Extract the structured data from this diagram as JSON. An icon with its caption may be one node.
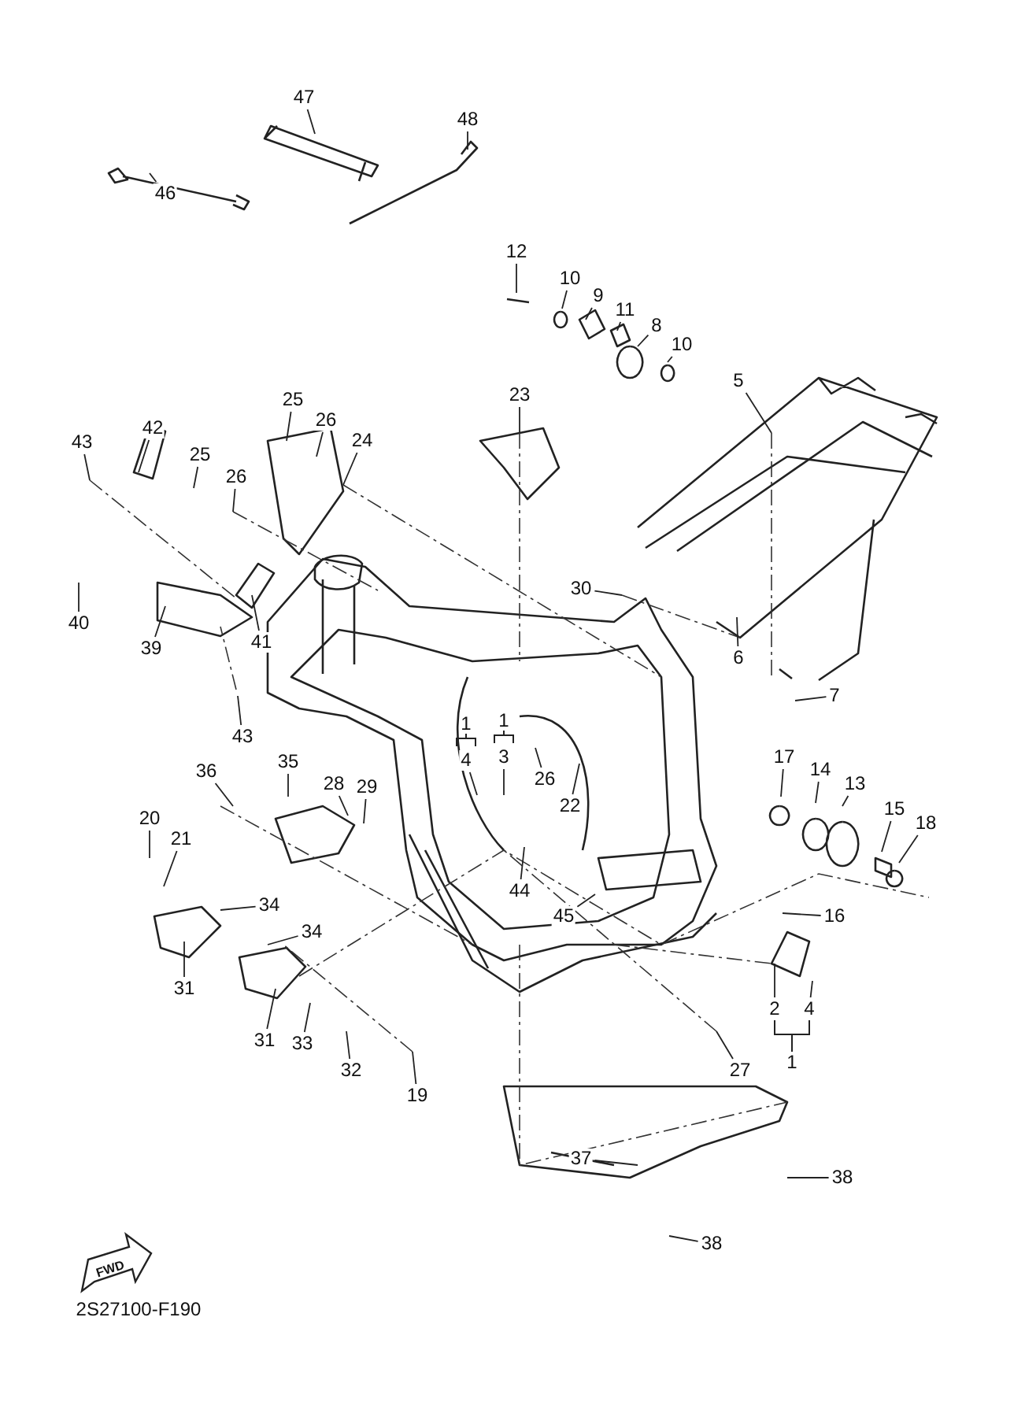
{
  "diagram": {
    "nodes": [
      {
        "text": [
          "46"
        ]
      },
      {
        "text": [
          "47"
        ]
      },
      {
        "text": [
          "48"
        ]
      },
      {
        "text": [
          "12"
        ]
      },
      {
        "text": [
          "10"
        ]
      },
      {
        "text": [
          "9"
        ]
      },
      {
        "text": [
          "11"
        ]
      },
      {
        "text": [
          "8"
        ]
      },
      {
        "text": [
          "10"
        ]
      },
      {
        "text": [
          "5"
        ]
      },
      {
        "text": [
          "25"
        ]
      },
      {
        "text": [
          "26"
        ]
      },
      {
        "text": [
          "24"
        ]
      },
      {
        "text": [
          "23"
        ]
      },
      {
        "text": [
          "43"
        ]
      },
      {
        "text": [
          "42"
        ]
      },
      {
        "text": [
          "25"
        ]
      },
      {
        "text": [
          "26"
        ]
      },
      {
        "text": [
          "40"
        ]
      },
      {
        "text": [
          "39"
        ]
      },
      {
        "text": [
          "41"
        ]
      },
      {
        "text": [
          "30"
        ]
      },
      {
        "text": [
          "6"
        ]
      },
      {
        "text": [
          "7"
        ]
      },
      {
        "text": [
          "43"
        ]
      },
      {
        "text": [
          "36"
        ]
      },
      {
        "text": [
          "35"
        ]
      },
      {
        "text": [
          "28"
        ]
      },
      {
        "text": [
          "29"
        ]
      },
      {
        "text": [
          "4"
        ]
      },
      {
        "text": [
          "3"
        ]
      },
      {
        "text": [
          "26"
        ]
      },
      {
        "text": [
          "22"
        ]
      },
      {
        "text": [
          "17"
        ]
      },
      {
        "text": [
          "14"
        ]
      },
      {
        "text": [
          "13"
        ]
      },
      {
        "text": [
          "15"
        ]
      },
      {
        "text": [
          "18"
        ]
      },
      {
        "text": [
          "20"
        ]
      },
      {
        "text": [
          "21"
        ]
      },
      {
        "text": [
          "44"
        ]
      },
      {
        "text": [
          "45"
        ]
      },
      {
        "text": [
          "16"
        ]
      },
      {
        "text": [
          "34"
        ]
      },
      {
        "text": [
          "34"
        ]
      },
      {
        "text": [
          "31"
        ]
      },
      {
        "text": [
          "31"
        ]
      },
      {
        "text": [
          "33"
        ]
      },
      {
        "text": [
          "2"
        ]
      },
      {
        "text": [
          "4"
        ]
      },
      {
        "text": [
          "32"
        ]
      },
      {
        "text": [
          "19"
        ]
      },
      {
        "text": [
          "27"
        ]
      },
      {
        "text": [
          "37"
        ]
      },
      {
        "text": [
          "38"
        ]
      },
      {
        "text": [
          "38"
        ]
      }
    ],
    "edges": [
      {
        "from": 0,
        "to": null,
        "arrow": "none"
      },
      {
        "from": 1,
        "to": null,
        "arrow": "none"
      },
      {
        "from": 2,
        "to": null,
        "arrow": "none"
      },
      {
        "from": 3,
        "to": null,
        "arrow": "none"
      },
      {
        "from": 4,
        "to": null,
        "arrow": "none"
      },
      {
        "from": 5,
        "to": null,
        "arrow": "none"
      },
      {
        "from": 6,
        "to": null,
        "arrow": "none"
      },
      {
        "from": 7,
        "to": null,
        "arrow": "none"
      },
      {
        "from": 8,
        "to": null,
        "arrow": "none"
      },
      {
        "from": 9,
        "to": null,
        "arrow": "none"
      },
      {
        "from": 10,
        "to": null,
        "arrow": "none"
      },
      {
        "from": 11,
        "to": null,
        "arrow": "none"
      },
      {
        "from": 12,
        "to": null,
        "arrow": "none"
      },
      {
        "from": 13,
        "to": null,
        "arrow": "none"
      },
      {
        "from": 14,
        "to": null,
        "arrow": "none"
      },
      {
        "from": 15,
        "to": null,
        "arrow": "none"
      },
      {
        "from": 16,
        "to": null,
        "arrow": "none"
      },
      {
        "from": 17,
        "to": null,
        "arrow": "none"
      },
      {
        "from": 18,
        "to": null,
        "arrow": "none"
      },
      {
        "from": 19,
        "to": null,
        "arrow": "none"
      },
      {
        "from": 20,
        "to": null,
        "arrow": "none"
      },
      {
        "from": 21,
        "to": null,
        "arrow": "none"
      },
      {
        "from": 22,
        "to": null,
        "arrow": "none"
      },
      {
        "from": 23,
        "to": null,
        "arrow": "none"
      },
      {
        "from": 24,
        "to": null,
        "arrow": "none"
      },
      {
        "from": 25,
        "to": null,
        "arrow": "none"
      },
      {
        "from": 26,
        "to": null,
        "arrow": "none"
      },
      {
        "from": 27,
        "to": null,
        "arrow": "none"
      },
      {
        "from": 28,
        "to": null,
        "arrow": "none"
      },
      {
        "from": 29,
        "to": null,
        "arrow": "none"
      },
      {
        "from": 30,
        "to": null,
        "arrow": "none"
      },
      {
        "from": 31,
        "to": null,
        "arrow": "none"
      },
      {
        "from": 32,
        "to": null,
        "arrow": "none"
      },
      {
        "from": 33,
        "to": null,
        "arrow": "none"
      },
      {
        "from": 34,
        "to": null,
        "arrow": "none"
      },
      {
        "from": 35,
        "to": null,
        "arrow": "none"
      },
      {
        "from": 36,
        "to": null,
        "arrow": "none"
      },
      {
        "from": 37,
        "to": null,
        "arrow": "none"
      },
      {
        "from": 38,
        "to": null,
        "arrow": "none"
      },
      {
        "from": 39,
        "to": null,
        "arrow": "none"
      },
      {
        "from": 40,
        "to": null,
        "arrow": "none"
      },
      {
        "from": 41,
        "to": null,
        "arrow": "none"
      },
      {
        "from": 42,
        "to": null,
        "arrow": "none"
      },
      {
        "from": 43,
        "to": null,
        "arrow": "none"
      },
      {
        "from": 44,
        "to": null,
        "arrow": "none"
      },
      {
        "from": 45,
        "to": null,
        "arrow": "none"
      },
      {
        "from": 46,
        "to": null,
        "arrow": "none"
      },
      {
        "from": 47,
        "to": null,
        "arrow": "none"
      },
      {
        "from": 48,
        "to": null,
        "arrow": "none"
      },
      {
        "from": 49,
        "to": null,
        "arrow": "none"
      },
      {
        "from": 50,
        "to": null,
        "arrow": "none"
      },
      {
        "from": 51,
        "to": null,
        "arrow": "none"
      },
      {
        "from": 52,
        "to": null,
        "arrow": "none"
      },
      {
        "from": 53,
        "to": null,
        "arrow": "none"
      },
      {
        "from": 54,
        "to": null,
        "arrow": "none"
      },
      {
        "from": 55,
        "to": null,
        "arrow": "none"
      }
    ],
    "labels": [
      "1",
      "1",
      "1",
      "FWD",
      "2S27100-F190"
    ]
  }
}
